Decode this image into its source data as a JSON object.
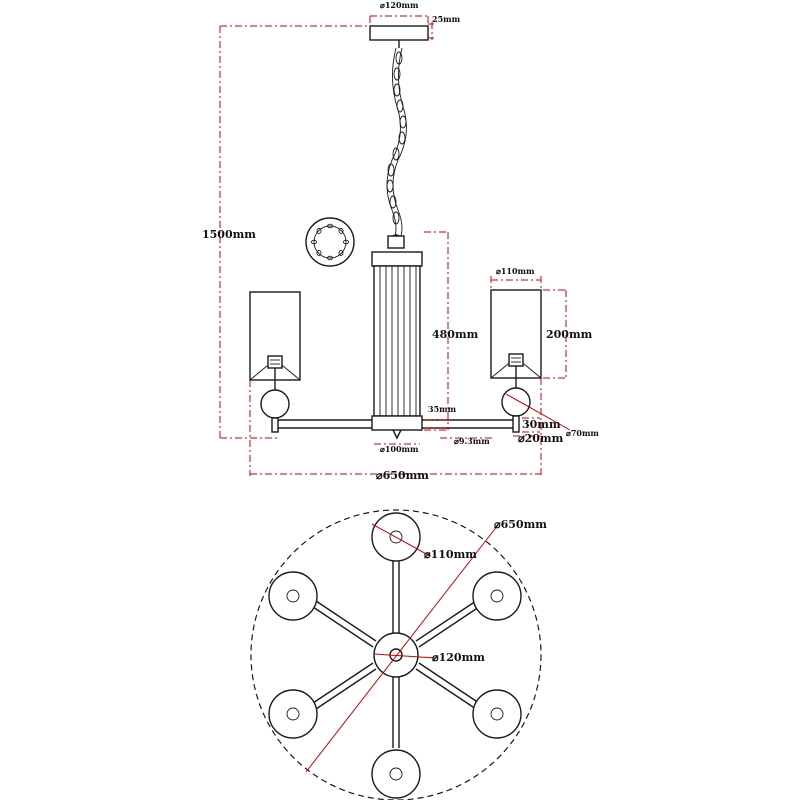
{
  "dimensions": {
    "top_plate_diameter": "⌀120mm",
    "top_plate_height": "25mm",
    "total_height": "1500mm",
    "body_height": "480mm",
    "shade_diameter": "⌀110mm",
    "shade_height": "200mm",
    "arm_height": "35mm",
    "cup_height": "30mm",
    "ball_diameter": "⌀70mm",
    "cup_diameter": "⌀20mm",
    "rod_diameter": "⌀9.3mm",
    "body_diameter": "⌀100mm",
    "overall_diameter": "⌀650mm",
    "plan_overall_diameter": "⌀650mm",
    "plan_shade_diameter": "⌀110mm",
    "plan_center_diameter": "⌀120mm"
  },
  "colors": {
    "line": "#1a1a1a",
    "dimension": "#cc0000"
  }
}
